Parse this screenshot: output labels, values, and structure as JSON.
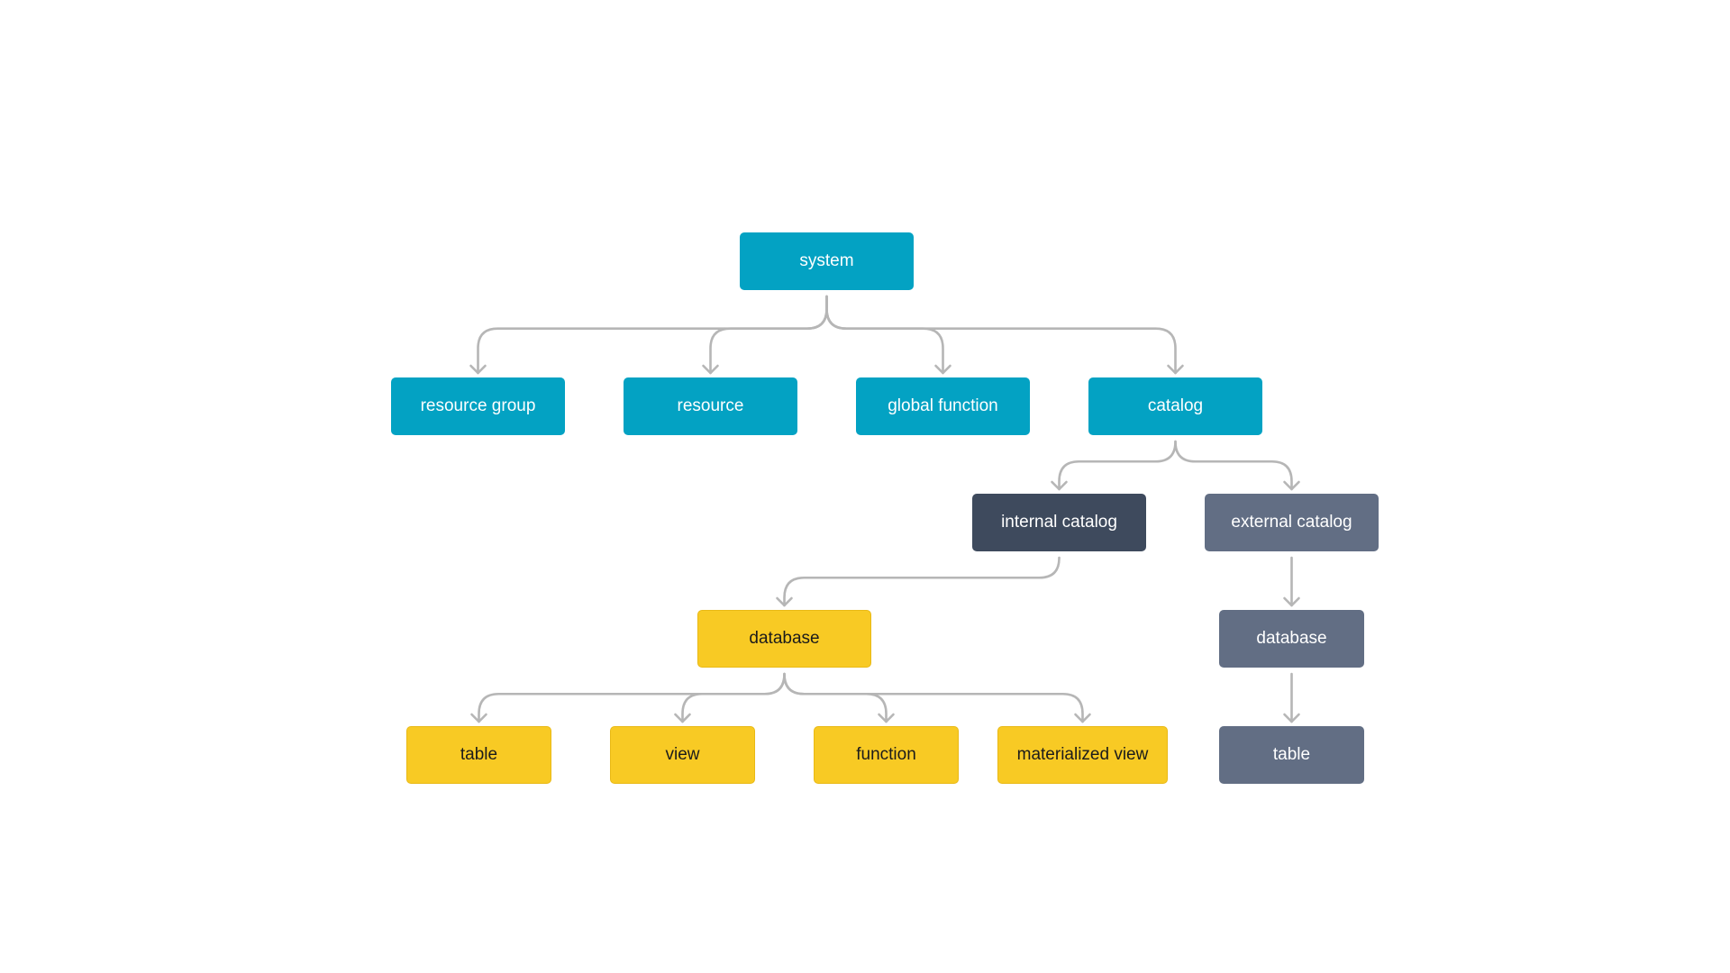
{
  "colors": {
    "teal": "#03a2c3",
    "dark_slate": "#3e4a5d",
    "slate": "#626e84",
    "yellow": "#f8ca24",
    "connector": "#b6b6b6"
  },
  "nodes": {
    "system": "system",
    "resource_group": "resource group",
    "resource": "resource",
    "global_function": "global function",
    "catalog": "catalog",
    "internal_catalog": "internal catalog",
    "external_catalog": "external catalog",
    "database_internal": "database",
    "database_external": "database",
    "table_internal": "table",
    "view": "view",
    "function": "function",
    "materialized_view": "materialized view",
    "table_external": "table"
  },
  "edges": [
    [
      "system",
      "resource_group"
    ],
    [
      "system",
      "resource"
    ],
    [
      "system",
      "global_function"
    ],
    [
      "system",
      "catalog"
    ],
    [
      "catalog",
      "internal_catalog"
    ],
    [
      "catalog",
      "external_catalog"
    ],
    [
      "internal_catalog",
      "database_internal"
    ],
    [
      "external_catalog",
      "database_external"
    ],
    [
      "database_internal",
      "table_internal"
    ],
    [
      "database_internal",
      "view"
    ],
    [
      "database_internal",
      "function"
    ],
    [
      "database_internal",
      "materialized_view"
    ],
    [
      "database_external",
      "table_external"
    ]
  ]
}
